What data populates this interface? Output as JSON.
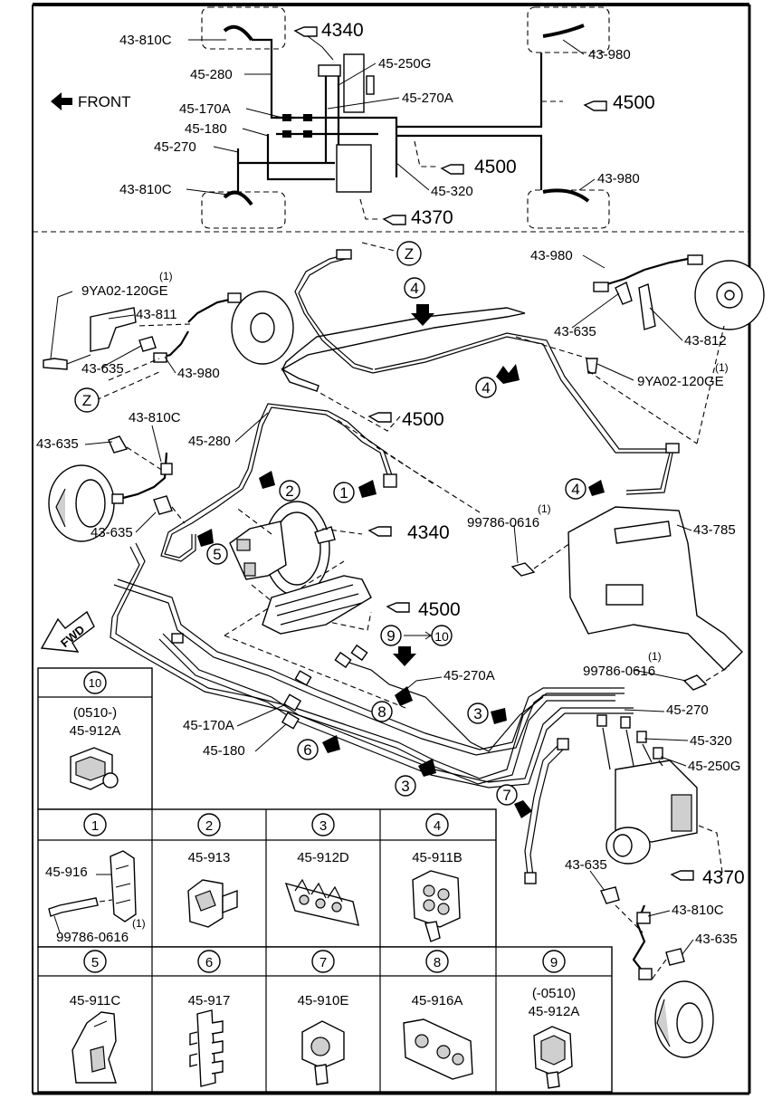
{
  "top_diagram": {
    "front_label": "FRONT",
    "labels": {
      "l_43_810c_top": "43-810C",
      "l_45_280": "45-280",
      "l_45_170a": "45-170A",
      "l_45_180": "45-180",
      "l_45_270": "45-270",
      "l_43_810c_bot": "43-810C",
      "l_45_250g": "45-250G",
      "l_45_270a": "45-270A",
      "l_43_980_top": "43-980",
      "l_43_980_bot": "43-980",
      "l_45_320": "45-320"
    },
    "refs": {
      "r_4340": "4340",
      "r_4500": "4500",
      "r_4500b": "4500",
      "r_4370": "4370"
    }
  },
  "main_diagram": {
    "labels": {
      "m_9ya02_l": "9YA02-120GE",
      "m_9ya02_l_qty": "(1)",
      "m_43_811": "43-811",
      "m_43_635_a": "43-635",
      "m_43_980_l": "43-980",
      "m_43_980_r": "43-980",
      "m_43_635_r": "43-635",
      "m_43_812": "43-812",
      "m_9ya02_r": "9YA02-120GE",
      "m_9ya02_r_qty": "(1)",
      "m_43_810c": "43-810C",
      "m_43_635_b": "43-635",
      "m_45_280": "45-280",
      "m_43_635_c": "43-635",
      "m_99786_a": "99786-0616",
      "m_99786_a_qty": "(1)",
      "m_43_785": "43-785",
      "m_99786_b": "99786-0616",
      "m_99786_b_qty": "(1)",
      "m_45_270a": "45-270A",
      "m_45_270": "45-270",
      "m_45_320": "45-320",
      "m_45_250g": "45-250G",
      "m_45_170a": "45-170A",
      "m_45_180": "45-180",
      "m_43_635_d": "43-635",
      "m_43_810c_r": "43-810C",
      "m_43_635_e": "43-635",
      "fwd": "FWD"
    },
    "refs": {
      "ref_4500_a": "4500",
      "ref_4340": "4340",
      "ref_4500_b": "4500",
      "ref_4370": "4370"
    },
    "markers": {
      "z_top": "Z",
      "z_left": "Z",
      "c4a": "4",
      "c4b": "4",
      "c4c": "4",
      "c1": "1",
      "c2": "2",
      "c5": "5",
      "c9": "9",
      "c10": "10",
      "c8": "8",
      "c3a": "3",
      "c3b": "3",
      "c6": "6",
      "c7": "7"
    }
  },
  "legend": {
    "cells": [
      {
        "num": "10",
        "qualifier": "(0510-)",
        "part": "45-912A"
      },
      {
        "num": "1",
        "part": "45-916",
        "bolt": "99786-0616",
        "bolt_qty": "(1)"
      },
      {
        "num": "2",
        "part": "45-913"
      },
      {
        "num": "3",
        "part": "45-912D"
      },
      {
        "num": "4",
        "part": "45-911B"
      },
      {
        "num": "5",
        "part": "45-911C"
      },
      {
        "num": "6",
        "part": "45-917"
      },
      {
        "num": "7",
        "part": "45-910E"
      },
      {
        "num": "8",
        "part": "45-916A"
      },
      {
        "num": "9",
        "qualifier": "(-0510)",
        "part": "45-912A"
      }
    ]
  }
}
